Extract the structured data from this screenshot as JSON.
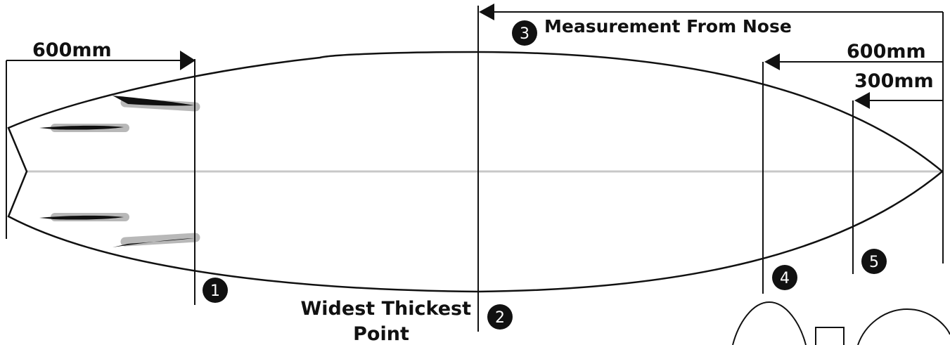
{
  "labels": {
    "tail_measure": "600mm",
    "nose_measure_1": "600mm",
    "nose_measure_2": "300mm",
    "measurement_from_nose": "Measurement From Nose",
    "widest_line1": "Widest Thickest",
    "widest_line2": "Point"
  },
  "markers": [
    "1",
    "2",
    "3",
    "4",
    "5"
  ],
  "colors": {
    "outline": "#111111",
    "stringer": "#c8c8c8",
    "fin_shadow": "#b8b8b8",
    "marker_fill": "#111111",
    "marker_text": "#ffffff"
  }
}
